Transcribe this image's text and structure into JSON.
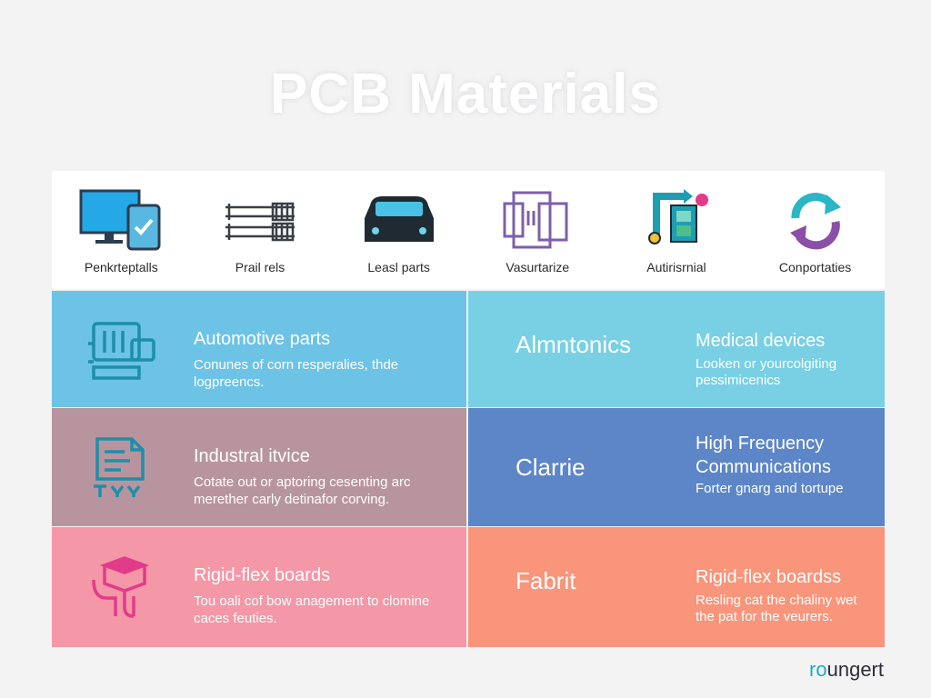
{
  "title": "PCB Materials",
  "icons": [
    {
      "name": "monitor-tablet-icon",
      "label": "Penkrteptalls"
    },
    {
      "name": "rails-icon",
      "label": "Prail rels"
    },
    {
      "name": "car-front-icon",
      "label": "Leasl parts"
    },
    {
      "name": "panels-icon",
      "label": "Vasurtarize"
    },
    {
      "name": "machine-icon",
      "label": "Autirisrnial"
    },
    {
      "name": "refresh-arrows-icon",
      "label": "Conportaties"
    }
  ],
  "rows": [
    {
      "left": {
        "color": "#6cc3e6",
        "icon": "circuit-board-icon",
        "heading": "Automotive parts",
        "desc": "Conunes of corn resperalies, thde logpreencs."
      },
      "right": {
        "color": "#79d0e4",
        "word": "Almntonics",
        "heading": "Medical devices",
        "desc": "Looken or yourcolgiting pessimicenics"
      }
    },
    {
      "left": {
        "color": "#b8959e",
        "icon": "document-icon",
        "heading": "Industral itvice",
        "desc": "Cotate out or aptoring cesenting arc merether carly detinafor corving."
      },
      "right": {
        "color": "#5c86c8",
        "word": "Clarrie",
        "heading": "High Frequency Communications",
        "desc": "Forter gnarg and tortupe"
      }
    },
    {
      "left": {
        "color": "#f497a7",
        "icon": "flex-board-icon",
        "heading": "Rigid-flex boards",
        "desc": "Tou oali cof bow anagement to clomine caces feuties."
      },
      "right": {
        "color": "#f9957b",
        "word": "Fabrit",
        "heading": "Rigid-flex boardss",
        "desc": "Resling cat the chaliny wet the pat for the veurers."
      }
    }
  ],
  "brand": {
    "accent": "ro",
    "rest": "ungert"
  },
  "colors": {
    "icon_stroke_teal": "#1d9fb1",
    "icon_pink": "#e23b8a"
  }
}
